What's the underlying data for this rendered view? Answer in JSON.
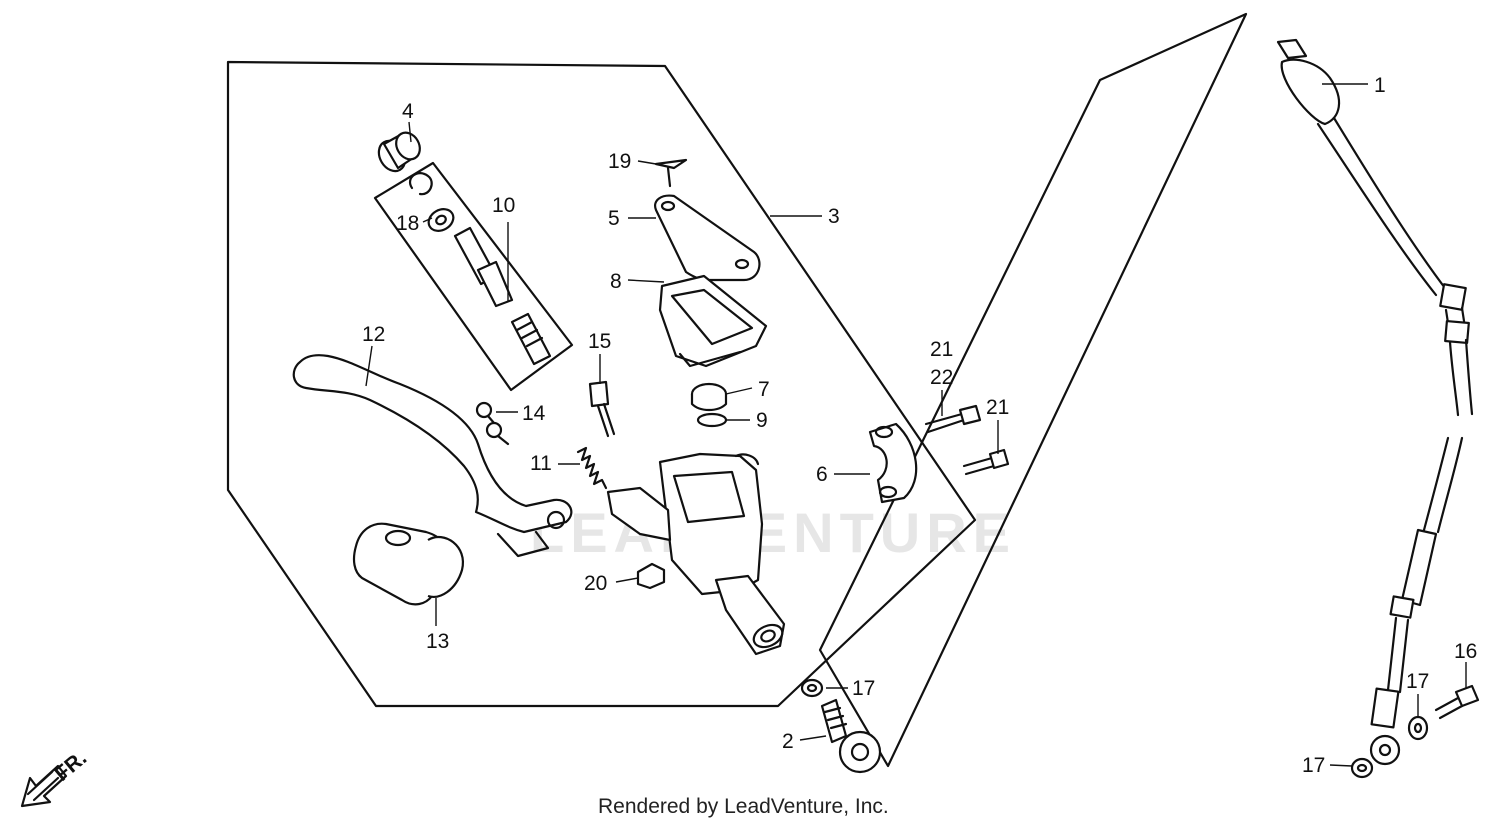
{
  "diagram": {
    "footer": "Rendered by LeadVenture, Inc.",
    "watermark": "LEADVENTURE",
    "direction_label": "FR.",
    "callouts": {
      "c1": "1",
      "c2": "2",
      "c3": "3",
      "c4": "4",
      "c5": "5",
      "c6": "6",
      "c7": "7",
      "c8": "8",
      "c9": "9",
      "c10": "10",
      "c11": "11",
      "c12": "12",
      "c13": "13",
      "c14": "14",
      "c15": "15",
      "c16": "16",
      "c17a": "17",
      "c17b": "17",
      "c17c": "17",
      "c18": "18",
      "c19": "19",
      "c20": "20",
      "c21a": "21",
      "c21b": "21",
      "c22": "22"
    }
  }
}
